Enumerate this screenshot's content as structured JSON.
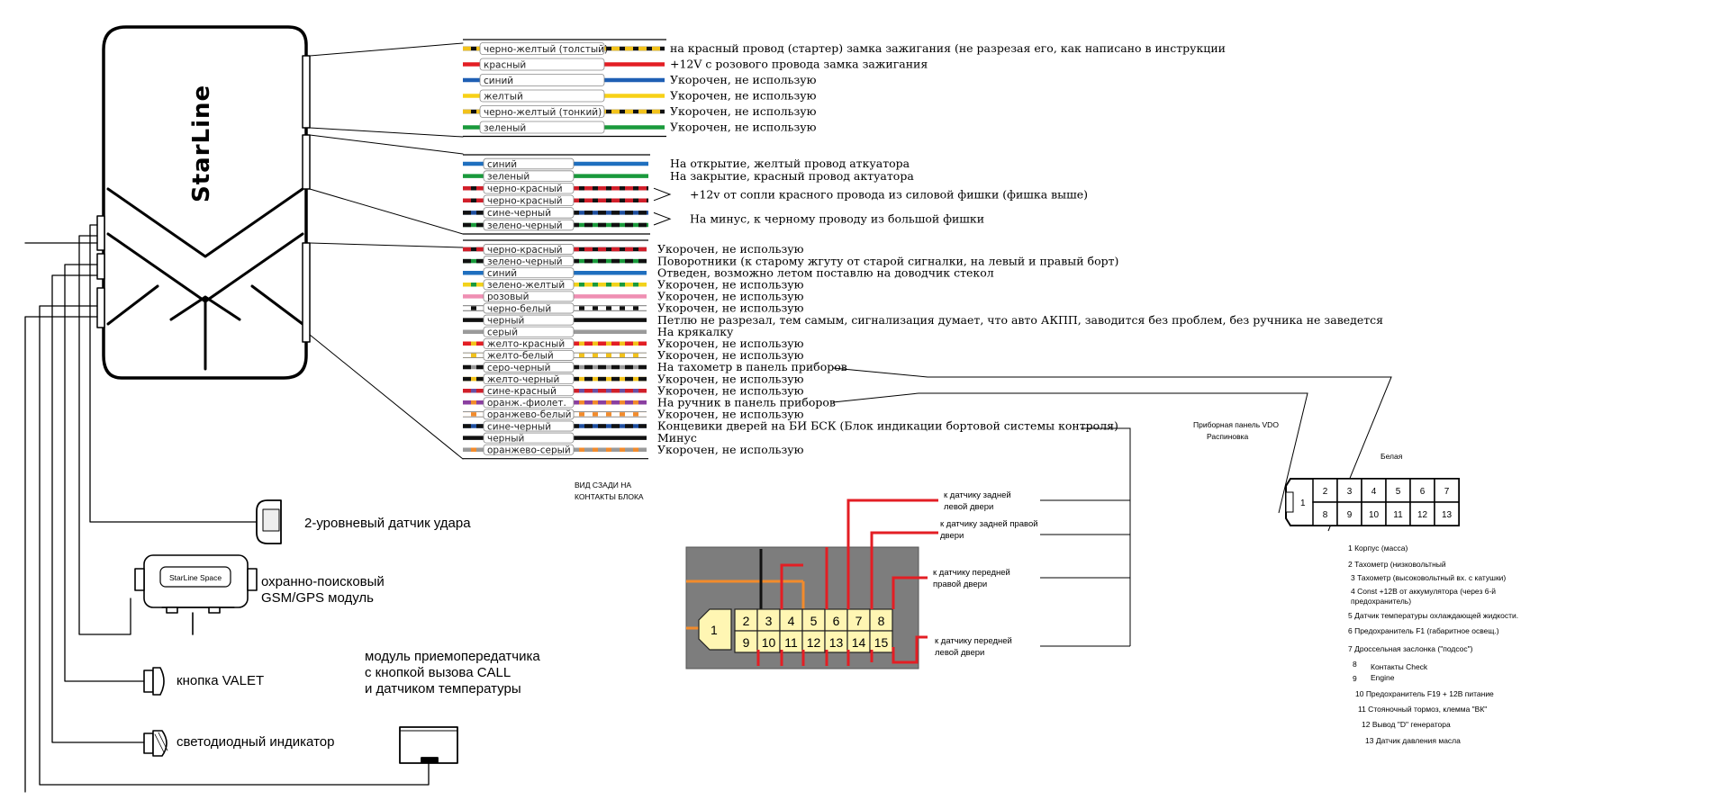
{
  "brand": "StarLine",
  "groups": [
    {
      "id": "g1",
      "wires": [
        {
          "label": "черно-желтый (толстый)",
          "colors": [
            "#111111",
            "#f2c21b"
          ],
          "desc": "на красный провод (стартер) замка зажигания (не разрезая его, как написано в инструкции"
        },
        {
          "label": "красный",
          "colors": [
            "#e31e24"
          ],
          "desc": "+12V с розового провода замка зажигания"
        },
        {
          "label": "синий",
          "colors": [
            "#1f5fb4"
          ],
          "desc": "Укорочен, не использую"
        },
        {
          "label": "желтый",
          "colors": [
            "#f7d117"
          ],
          "desc": "Укорочен, не использую"
        },
        {
          "label": "черно-желтый (тонкий)",
          "colors": [
            "#111111",
            "#f2c21b"
          ],
          "desc": "Укорочен, не использую"
        },
        {
          "label": "зеленый",
          "colors": [
            "#1a9a3c"
          ],
          "desc": "Укорочен, не использую"
        }
      ]
    },
    {
      "id": "g2",
      "wires": [
        {
          "label": "синий",
          "colors": [
            "#1f6fbf"
          ],
          "desc": "На открытие, желтый провод аткуатора"
        },
        {
          "label": "зеленый",
          "colors": [
            "#1a9a3c"
          ],
          "desc": "На закрытие, красный провод актуатора"
        },
        {
          "label": "черно-красный",
          "colors": [
            "#111111",
            "#d11f2a"
          ],
          "desc": ""
        },
        {
          "label": "черно-красный",
          "colors": [
            "#111111",
            "#d11f2a"
          ],
          "desc": ""
        },
        {
          "label": "сине-черный",
          "colors": [
            "#1f4fa0",
            "#111111"
          ],
          "desc": ""
        },
        {
          "label": "зелено-черный",
          "colors": [
            "#1a9a3c",
            "#111111"
          ],
          "desc": ""
        }
      ],
      "brackets": [
        {
          "text": "+12v от сопли красного провода из силовой фишки (фишка выше)"
        },
        {
          "text": "На минус, к черному проводу из большой фишки"
        }
      ]
    },
    {
      "id": "g3",
      "wires": [
        {
          "label": "черно-красный",
          "colors": [
            "#111111",
            "#d11f2a"
          ],
          "desc": "Укорочен, не использую"
        },
        {
          "label": "зелено-черный",
          "colors": [
            "#1a9a3c",
            "#111111"
          ],
          "desc": "Поворотники (к старому жгуту от старой сигналки, на левый и правый борт)"
        },
        {
          "label": "синий",
          "colors": [
            "#1f6fbf"
          ],
          "desc": "Отведен, возможно летом поставлю на доводчик стекол"
        },
        {
          "label": "зелено-желтый",
          "colors": [
            "#1a9a3c",
            "#f2d21b"
          ],
          "desc": "Укорочен, не использую"
        },
        {
          "label": "розовый",
          "colors": [
            "#ef8fb3"
          ],
          "desc": "Укорочен, не использую"
        },
        {
          "label": "черно-белый",
          "colors": [
            "#111111",
            "#ffffff"
          ],
          "desc": "Укорочен, не использую"
        },
        {
          "label": "черный",
          "colors": [
            "#111111"
          ],
          "desc": "Петлю не разрезал, тем самым, сигнализация думает, что авто АКПП, заводится без проблем, без ручника не заведется"
        },
        {
          "label": "серый",
          "colors": [
            "#9a9a9a"
          ],
          "desc": "На крякалку"
        },
        {
          "label": "желто-красный",
          "colors": [
            "#f2c21b",
            "#e31e24"
          ],
          "desc": "Укорочен, не использую"
        },
        {
          "label": "желто-белый",
          "colors": [
            "#f2c21b",
            "#ffffff"
          ],
          "desc": "Укорочен, не использую"
        },
        {
          "label": "серо-черный",
          "colors": [
            "#9a9a9a",
            "#111111"
          ],
          "desc": "На тахометр в панель приборов"
        },
        {
          "label": "желто-черный",
          "colors": [
            "#f2c21b",
            "#111111"
          ],
          "desc": "Укорочен, не использую"
        },
        {
          "label": "сине-красный",
          "colors": [
            "#6a4fa3",
            "#d11f2a"
          ],
          "desc": "Укорочен, не использую"
        },
        {
          "label": "оранж.-фиолет.",
          "colors": [
            "#f28b2c",
            "#8a3fa0"
          ],
          "desc": "На ручник в панель приборов"
        },
        {
          "label": "оранжево-белый",
          "colors": [
            "#f28b2c",
            "#ffffff"
          ],
          "desc": "Укорочен, не использую"
        },
        {
          "label": "сине-черный",
          "colors": [
            "#1f4fa0",
            "#111111"
          ],
          "desc": "Концевики дверей на БИ БСК (Блок индикации бортовой системы контроля)"
        },
        {
          "label": "черный",
          "colors": [
            "#111111"
          ],
          "desc": "Минус"
        },
        {
          "label": "оранжево-серый",
          "colors": [
            "#f28b2c",
            "#9a9a9a"
          ],
          "desc": "Укорочен, не использую"
        }
      ]
    }
  ],
  "peripherals": [
    {
      "id": "shock",
      "label": "2-уровневый датчик удара"
    },
    {
      "id": "gsm",
      "label_lines": [
        "охранно-поисковый",
        "GSM/GPS модуль"
      ],
      "device_text": "StarLine Space"
    },
    {
      "id": "valet",
      "label": "кнопка VALET"
    },
    {
      "id": "led",
      "label": "светодиодный индикатор"
    },
    {
      "id": "transceiver",
      "label_lines": [
        "модуль приемопередатчика",
        "с кнопкой вызова CALL",
        "и датчиком температуры"
      ]
    }
  ],
  "connector": {
    "caption_lines": [
      "ВИД СЗАДИ НА",
      "КОНТАКТЫ БЛОКА"
    ],
    "top_pins": [
      "2",
      "3",
      "4",
      "5",
      "6",
      "7",
      "8"
    ],
    "bottom_pins": [
      "9",
      "10",
      "11",
      "12",
      "13",
      "14",
      "15"
    ],
    "left_pin": "1",
    "door_labels": [
      [
        "к датчику задней",
        "левой двери"
      ],
      [
        "к датчику задней правой",
        "двери"
      ],
      [
        "к датчику передней",
        "правой двери"
      ],
      [
        "к датчику передней",
        "левой двери"
      ]
    ]
  },
  "vdo": {
    "title_lines": [
      "Приборная панель VDO",
      "Распиновка"
    ],
    "color_label": "Белая",
    "top_pins": [
      "2",
      "3",
      "4",
      "5",
      "6",
      "7"
    ],
    "bottom_pins": [
      "8",
      "9",
      "10",
      "11",
      "12",
      "13"
    ],
    "left_pin": "1",
    "legend": [
      "1 Корпус (масса)",
      "2 Тахометр (низковольтный",
      "3 Тахометр (высоковольтный вх. с катушки)",
      "4 Const +12В от аккумулятора (через 6-й",
      "предохранитель)",
      "5 Датчик температуры охлаждающей жидкости.",
      "6 Предохранитель F1 (габаритное освещ.)",
      "7 Дроссельная заслонка (\"подсос\")",
      "8",
      "Контакты Check",
      "9",
      "Engine",
      "10 Предохранитель F19 + 12В питание",
      "11 Стояночный тормоз, клемма \"ВК\"",
      "12 Вывод \"D\" генератора",
      "13 Датчик давления масла"
    ]
  }
}
